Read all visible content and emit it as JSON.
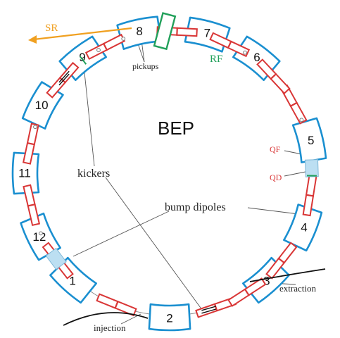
{
  "title": "BEP",
  "dipoles": [
    "1",
    "2",
    "3",
    "4",
    "5",
    "6",
    "7",
    "8",
    "9",
    "10",
    "11",
    "12"
  ],
  "labels": {
    "sr": "SR",
    "pickups": "pickups",
    "rf": "RF",
    "kickers": "kickers",
    "bump_dipoles": "bump dipoles",
    "qf": "QF",
    "qd": "QD",
    "extraction": "extraction",
    "injection": "injection"
  },
  "colors": {
    "dipole": "#1a8fd0",
    "quadrupole": "#d93636",
    "rf": "#21a05a",
    "sr": "#f0a020",
    "bump": "#bcdff2",
    "beam": "#888888",
    "leader": "#555555",
    "line": "#111111"
  }
}
